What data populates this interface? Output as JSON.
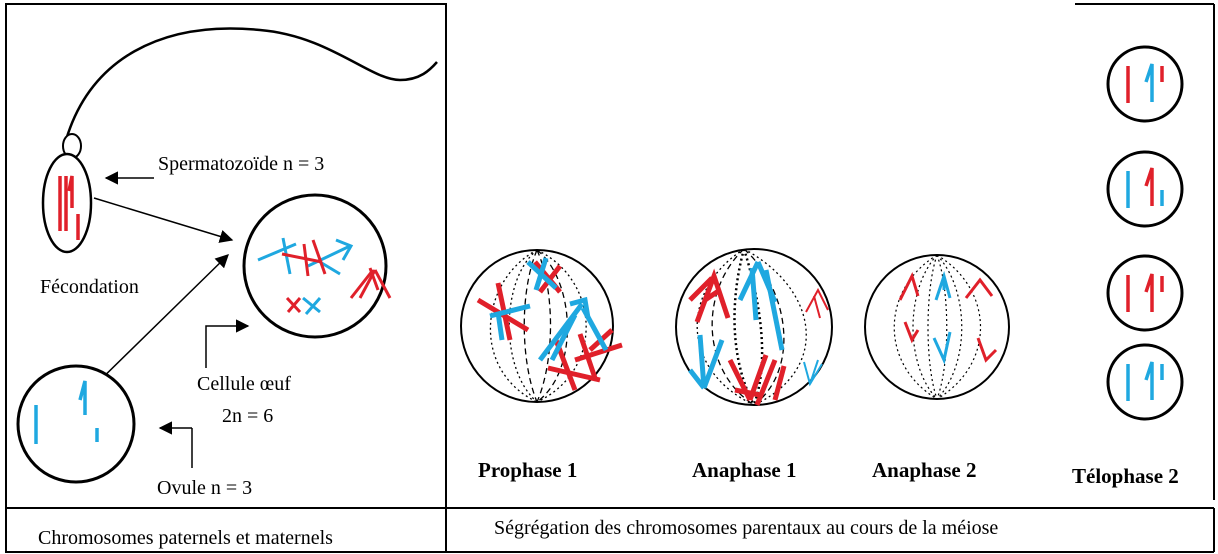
{
  "colors": {
    "paternal": "#e0202a",
    "maternal": "#1fa8e0",
    "outline": "#000000"
  },
  "left_panel": {
    "sperm_label": "Spermatozoïde n = 3",
    "fertilization_label": "Fécondation",
    "egg_cell_label_line1": "Cellule œuf",
    "egg_cell_label_line2": "2n = 6",
    "ovum_label": "Ovule n = 3",
    "caption": "Chromosomes paternels et maternels"
  },
  "right_panel": {
    "stages": [
      {
        "label": "Prophase 1"
      },
      {
        "label": "Anaphase 1"
      },
      {
        "label": "Anaphase 2"
      },
      {
        "label": "Télophase 2"
      }
    ],
    "caption": "Ségrégation des chromosomes parentaux au cours de la méiose"
  }
}
